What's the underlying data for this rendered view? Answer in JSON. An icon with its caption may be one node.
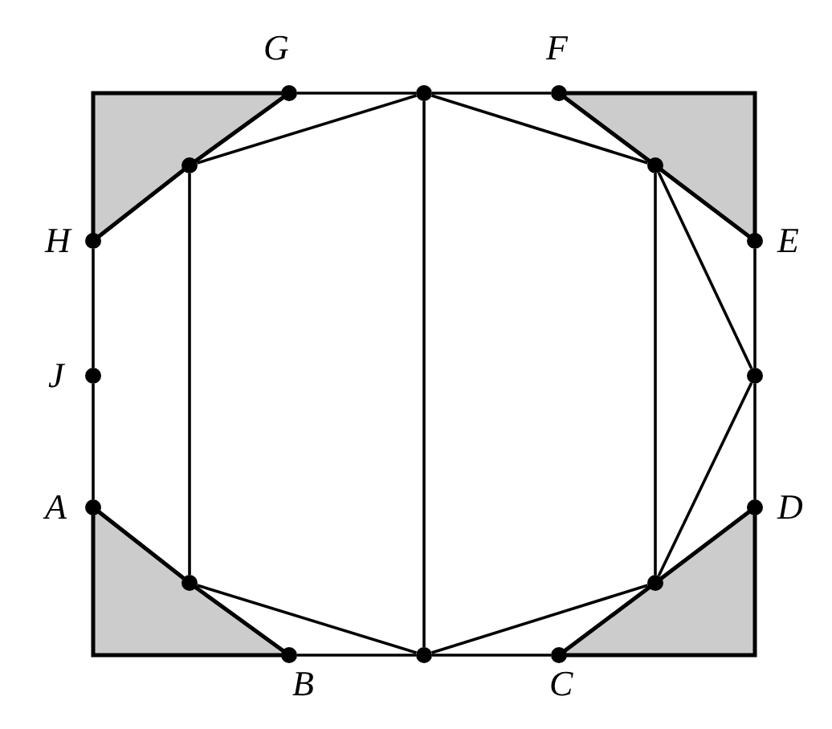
{
  "diagram": {
    "nodes": [
      {
        "text": [
          "G"
        ]
      },
      {
        "text": [],
        "shape": "circle"
      },
      {
        "text": [
          "F"
        ]
      },
      {
        "text": [],
        "shape": "circle"
      },
      {
        "text": [],
        "shape": "circle"
      },
      {
        "text": [
          "H"
        ]
      },
      {
        "text": [
          "E"
        ]
      },
      {
        "text": [
          "J"
        ]
      },
      {
        "text": [],
        "shape": "circle"
      },
      {
        "text": [
          "A"
        ]
      },
      {
        "text": [
          "D"
        ]
      },
      {
        "text": [],
        "shape": "circle"
      },
      {
        "text": [],
        "shape": "circle"
      },
      {
        "text": [
          "B"
        ]
      },
      {
        "text": [],
        "shape": "circle"
      },
      {
        "text": [
          "C"
        ]
      }
    ],
    "edges": [
      {
        "from": 0,
        "to": 3,
        "arrow": "none"
      },
      {
        "from": 5,
        "to": 3,
        "arrow": "none"
      },
      {
        "from": 3,
        "to": 1,
        "arrow": "none"
      },
      {
        "from": 1,
        "to": 4,
        "arrow": "none"
      },
      {
        "from": 2,
        "to": 4,
        "arrow": "none"
      },
      {
        "from": 6,
        "to": 4,
        "arrow": "none"
      },
      {
        "from": 4,
        "to": 8,
        "arrow": "none"
      },
      {
        "from": 8,
        "to": 12,
        "arrow": "none"
      },
      {
        "from": 10,
        "to": 12,
        "arrow": "none"
      },
      {
        "from": 15,
        "to": 12,
        "arrow": "none"
      },
      {
        "from": 12,
        "to": 14,
        "arrow": "none"
      },
      {
        "from": 14,
        "to": 11,
        "arrow": "none"
      },
      {
        "from": 13,
        "to": 11,
        "arrow": "none"
      },
      {
        "from": 9,
        "to": 11,
        "arrow": "none"
      },
      {
        "from": 3,
        "to": 11,
        "arrow": "none"
      },
      {
        "from": 4,
        "to": 12,
        "arrow": "none"
      },
      {
        "from": 1,
        "to": 14,
        "arrow": "none"
      },
      {
        "from": 0,
        "to": 1,
        "arrow": "none"
      },
      {
        "from": 1,
        "to": 2,
        "arrow": "none"
      },
      {
        "from": 5,
        "to": 7,
        "arrow": "none"
      },
      {
        "from": 7,
        "to": 9,
        "arrow": "none"
      },
      {
        "from": 6,
        "to": 8,
        "arrow": "none"
      },
      {
        "from": 8,
        "to": 10,
        "arrow": "none"
      },
      {
        "from": 13,
        "to": 14,
        "arrow": "none"
      },
      {
        "from": 14,
        "to": 15,
        "arrow": "none"
      }
    ]
  }
}
